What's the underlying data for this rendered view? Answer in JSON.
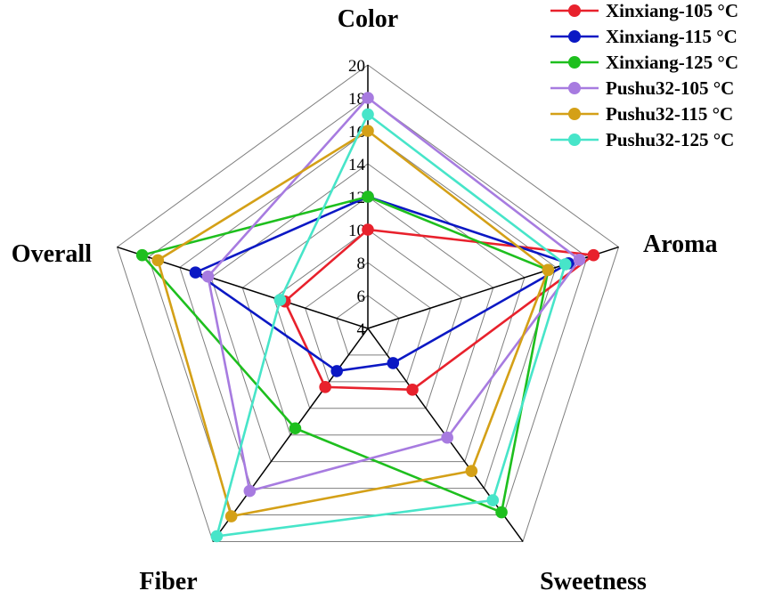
{
  "chart_data": {
    "type": "radar",
    "axes": [
      "Color",
      "Aroma",
      "Sweetness",
      "Fiber",
      "Overall"
    ],
    "ticks": [
      4,
      6,
      8,
      10,
      12,
      14,
      16,
      18,
      20
    ],
    "range": [
      4,
      20
    ],
    "grid": true,
    "legend_position": "top-right",
    "series": [
      {
        "name": "Xinxiang-105 °C",
        "color": "#e8212c",
        "values": [
          10,
          18.4,
          8.6,
          8.4,
          9.3
        ]
      },
      {
        "name": "Xinxiang-115 °C",
        "color": "#0b18c4",
        "values": [
          12,
          16.8,
          6.6,
          7.2,
          15.0
        ]
      },
      {
        "name": "Xinxiang-125 °C",
        "color": "#1ebf1e",
        "values": [
          12,
          15.5,
          17.8,
          11.5,
          18.4
        ]
      },
      {
        "name": "Pushu32-105 °C",
        "color": "#a77be0",
        "values": [
          18,
          17.5,
          12.2,
          16.2,
          14.2
        ]
      },
      {
        "name": "Pushu32-115 °C",
        "color": "#d4a017",
        "values": [
          16,
          15.5,
          14.7,
          18.1,
          17.4
        ]
      },
      {
        "name": "Pushu32-125 °C",
        "color": "#47e5c9",
        "values": [
          17,
          16.6,
          16.9,
          19.6,
          9.6
        ]
      }
    ]
  }
}
